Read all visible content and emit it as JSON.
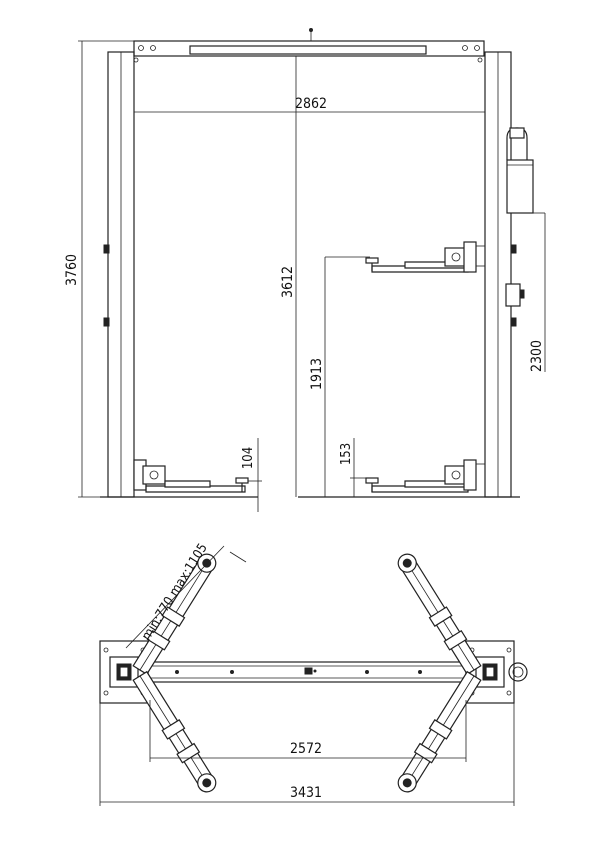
{
  "diagram": {
    "front_view": {
      "overall_height": "3760",
      "column_inner_width": "2862",
      "clear_height": "3612",
      "lift_height": "1913",
      "cylinder_height": "2300",
      "pad_height_low": "104",
      "pad_height_high": "153"
    },
    "top_view": {
      "arm_reach": "min:770  max:1105",
      "drive_through_width": "2572",
      "overall_width": "3431"
    }
  }
}
